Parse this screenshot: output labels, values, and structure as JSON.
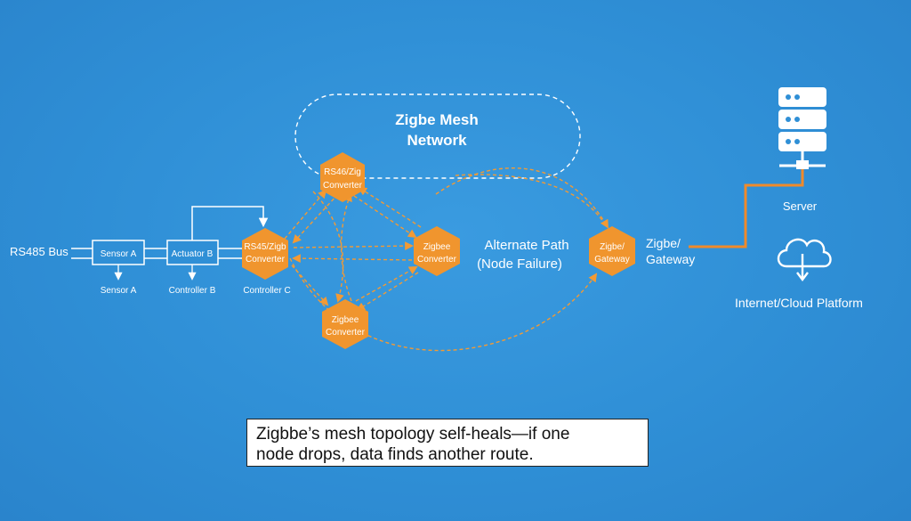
{
  "mesh_title": [
    "Zigbe Mesh",
    "Network"
  ],
  "rs485": {
    "bus_label": "RS485 Bus",
    "box_a": "Sensor A",
    "box_b": "Actuator B",
    "under_a": "Sensor A",
    "under_b": "Controller B",
    "under_c": "Controller C"
  },
  "hexagons": {
    "top": [
      "RS46/Zig",
      "Converter"
    ],
    "left": [
      "RS45/Zigb",
      "Converter"
    ],
    "right": [
      "Zigbee",
      "Converter"
    ],
    "bottom": [
      "Zigbee",
      "Converter"
    ],
    "gateway": [
      "Zigbe/",
      "Gateway"
    ]
  },
  "alternate_path": [
    "Alternate Path",
    "(Node Failure)"
  ],
  "gateway_label": [
    "Zigbe/",
    "Gateway"
  ],
  "server_label": "Server",
  "cloud_label": "Internet/Cloud Platform",
  "caption": [
    "Zigbbe’s mesh topology self-heals—if one",
    "node drops, data finds another route."
  ],
  "colors": {
    "background": "#2f8fd6",
    "hexagon": "#f0952e",
    "link": "#f39a34",
    "server_line": "#f08a2a",
    "line": "#ffffff"
  }
}
